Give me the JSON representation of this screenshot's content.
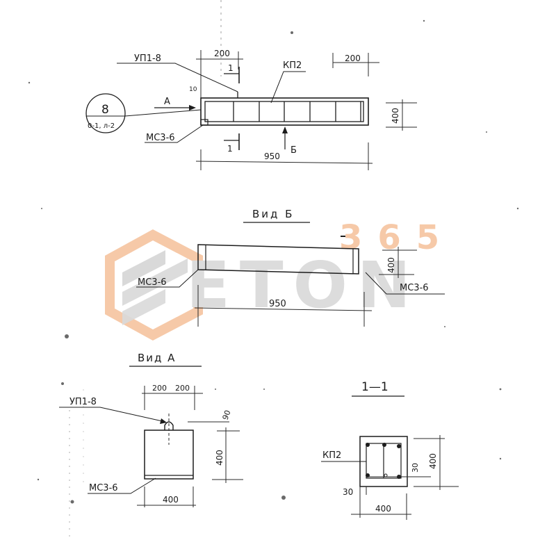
{
  "drawing": {
    "type": "reinforced concrete element drawing (scanned)",
    "background": "#ffffff",
    "ink_color": "#1c1c1c",
    "main_view": {
      "labels": {
        "loop": "УП1-8",
        "frame": "КП2",
        "embedded_plate": "МС3-6",
        "view_arrow_a": "А",
        "view_arrow_b": "Б",
        "section_mark_left": "1",
        "section_mark_right": "1",
        "offset_10": "10"
      },
      "dimensions": {
        "left_offset": "200",
        "right_offset": "200",
        "length": "950",
        "height": "400"
      },
      "callout": {
        "number": "8",
        "reference": "0-1, л-2"
      }
    },
    "view_b": {
      "title": "Вид Б",
      "labels": {
        "plate_left": "МС3-6",
        "plate_right": "МС3-6"
      },
      "dimensions": {
        "length": "950",
        "height": "400"
      }
    },
    "view_a": {
      "title": "Вид А",
      "labels": {
        "loop": "УП1-8",
        "plate": "МС3-6"
      },
      "dimensions": {
        "top_left": "200",
        "top_right": "200",
        "loop_height": "90",
        "height": "400",
        "width": "400"
      }
    },
    "section_1_1": {
      "title": "1—1",
      "labels": {
        "frame": "КП2"
      },
      "dimensions": {
        "cover_side": "30",
        "cover_bottom": "30",
        "height": "400",
        "width": "400"
      }
    }
  },
  "watermark": {
    "number": "365",
    "word": "ETON",
    "orange": "#f6c9a8",
    "gray": "#d9d9d9"
  }
}
